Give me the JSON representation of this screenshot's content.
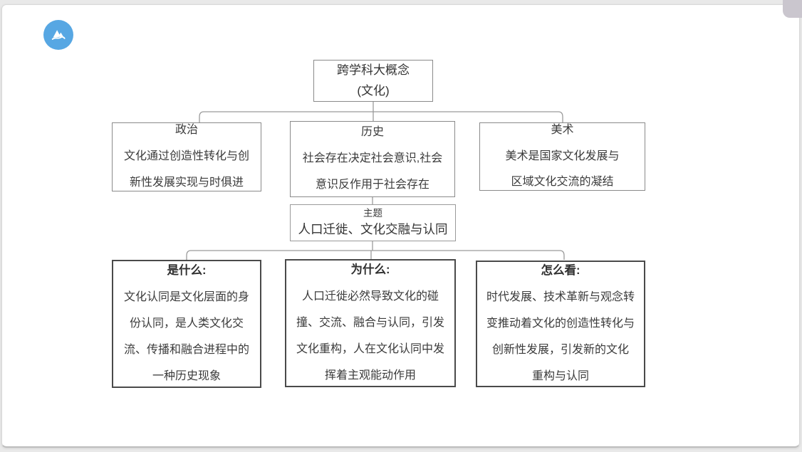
{
  "app": {
    "logo": "mountain-logo",
    "logo_color": "#57a7e3"
  },
  "colors": {
    "page_background": "#e9e9e9",
    "canvas_background": "#ffffff",
    "box_border": "#8a8a8a",
    "box_border_emphasis": "#4a4a4a",
    "connector_line": "#9a9a9a",
    "text": "#3b3b3b",
    "corner_overlay": "#cac6ce"
  },
  "diagram": {
    "root": {
      "lines": [
        "跨学科大概念",
        "(文化)"
      ]
    },
    "politics": {
      "title": "政治",
      "body": [
        "文化通过创造性转化与创",
        "新性发展实现与时俱进"
      ]
    },
    "history": {
      "title": "历史",
      "body": [
        "社会存在决定社会意识,社会",
        "意识反作用于社会存在"
      ]
    },
    "art": {
      "title": "美术",
      "body": [
        "美术是国家文化发展与",
        "区域文化交流的凝结"
      ]
    },
    "theme": {
      "label": "主题",
      "body": "人口迁徙、文化交融与认同"
    },
    "what": {
      "title": "是什么:",
      "body": [
        "文化认同是文化层面的身",
        "份认同，是人类文化交",
        "流、传播和融合进程中的",
        "一种历史现象"
      ]
    },
    "why": {
      "title": "为什么:",
      "body": [
        "人口迁徙必然导致文化的碰",
        "撞、交流、融合与认同，引发",
        "文化重构，人在文化认同中发",
        "挥着主观能动作用"
      ]
    },
    "how": {
      "title": "怎么看:",
      "body": [
        "时代发展、技术革新与观念转",
        "变推动着文化的创造性转化与",
        "创新性发展，引发新的文化",
        "重构与认同"
      ]
    }
  }
}
